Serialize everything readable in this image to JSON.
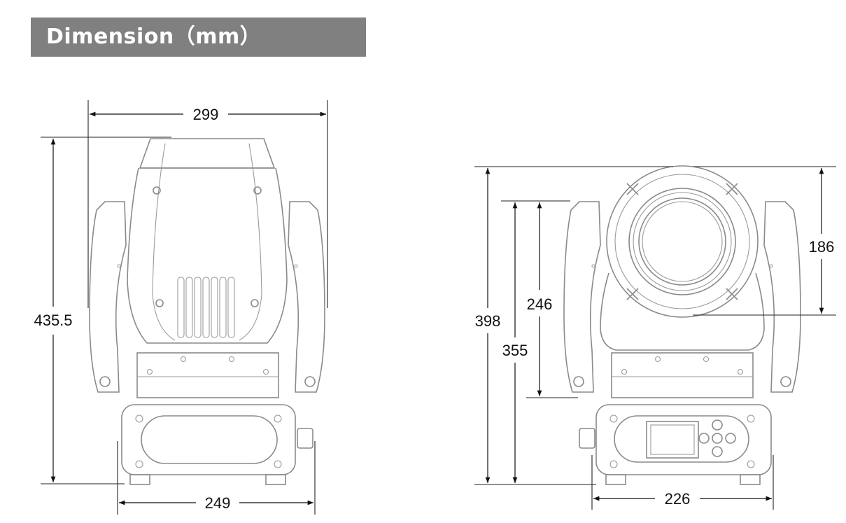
{
  "header": {
    "title": "Dimension（mm）"
  },
  "views": {
    "left": {
      "width_top": "299",
      "height_total": "435.5",
      "width_base": "249"
    },
    "right": {
      "height_total": "398",
      "height_355": "355",
      "height_246": "246",
      "height_head": "186",
      "width_base": "226"
    }
  },
  "colors": {
    "header_bg": "#808080",
    "header_text": "#ffffff",
    "line": "#8a8a8a",
    "dimension": "#111111"
  }
}
